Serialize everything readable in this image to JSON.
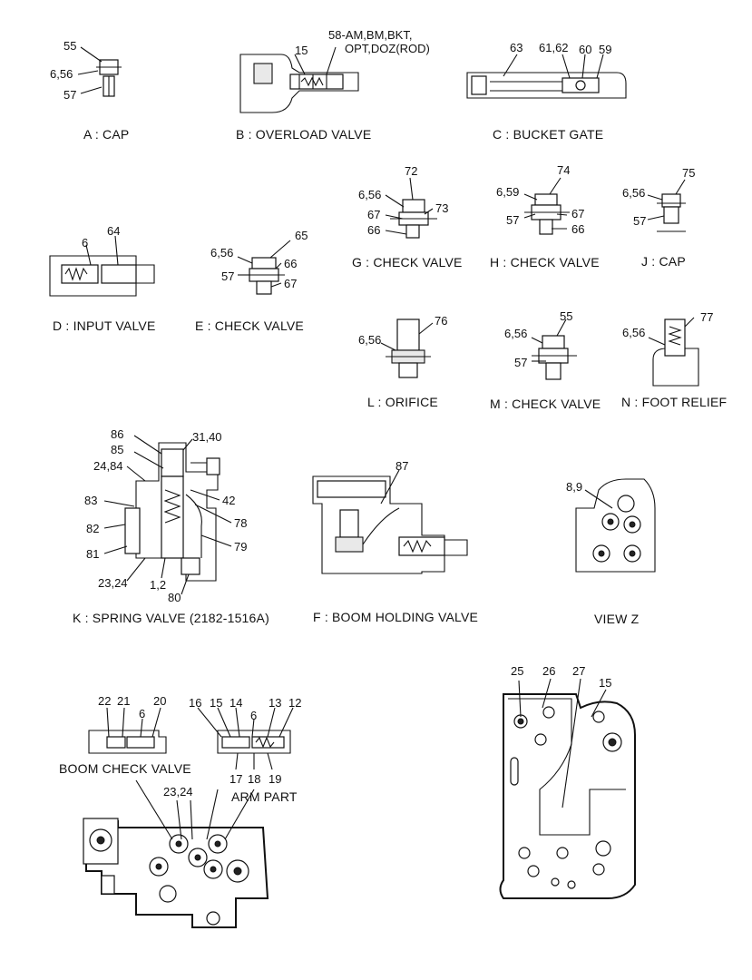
{
  "captions": {
    "a_cap": "A : CAP",
    "b_overload": "B : OVERLOAD VALVE",
    "c_bucket_gate": "C : BUCKET GATE",
    "d_input": "D : INPUT VALVE",
    "e_check": "E : CHECK VALVE",
    "g_check": "G : CHECK VALVE",
    "h_check": "H : CHECK VALVE",
    "j_cap": "J : CAP",
    "l_orifice": "L : ORIFICE",
    "m_check": "M : CHECK VALVE",
    "n_foot_relief": "N : FOOT RELIEF",
    "k_spring": "K : SPRING VALVE (2182-1516A)",
    "f_boom_holding": "F : BOOM HOLDING VALVE",
    "view_z": "VIEW  Z",
    "boom_check": "BOOM CHECK VALVE",
    "arm_part": "ARM PART"
  },
  "callouts": {
    "a55": "55",
    "a656": "6,56",
    "a57": "57",
    "b58": "58-AM,BM,BKT,",
    "b58b": "OPT,DOZ(ROD)",
    "b15": "15",
    "c63": "63",
    "c6162": "61,62",
    "c60": "60",
    "c59": "59",
    "g72": "72",
    "g656": "6,56",
    "g73": "73",
    "g67": "67",
    "g66": "66",
    "h74": "74",
    "h659": "6,59",
    "h57": "57",
    "h67": "67",
    "h66": "66",
    "j75": "75",
    "j656": "6,56",
    "j57": "57",
    "d6": "6",
    "d64": "64",
    "e656": "6,56",
    "e65": "65",
    "e57": "57",
    "e66": "66",
    "e67": "67",
    "l76": "76",
    "l656": "6,56",
    "m656": "6,56",
    "m55": "55",
    "m57": "57",
    "n656": "6,56",
    "n77": "77",
    "k86": "86",
    "k3140": "31,40",
    "k85": "85",
    "k2484": "24,84",
    "k83": "83",
    "k42": "42",
    "k78": "78",
    "k82": "82",
    "k81": "81",
    "k79": "79",
    "k2324": "23,24",
    "k12": "1,2",
    "k80": "80",
    "f87": "87",
    "z89": "8,9",
    "bc22": "22",
    "bc21": "21",
    "bc20": "20",
    "bc6": "6",
    "ap16": "16",
    "ap15": "15",
    "ap14": "14",
    "ap6": "6",
    "ap13": "13",
    "ap12": "12",
    "ap17": "17",
    "ap18": "18",
    "ap19": "19",
    "m2324": "23,24",
    "r25": "25",
    "r26": "26",
    "r27": "27",
    "r15": "15"
  }
}
